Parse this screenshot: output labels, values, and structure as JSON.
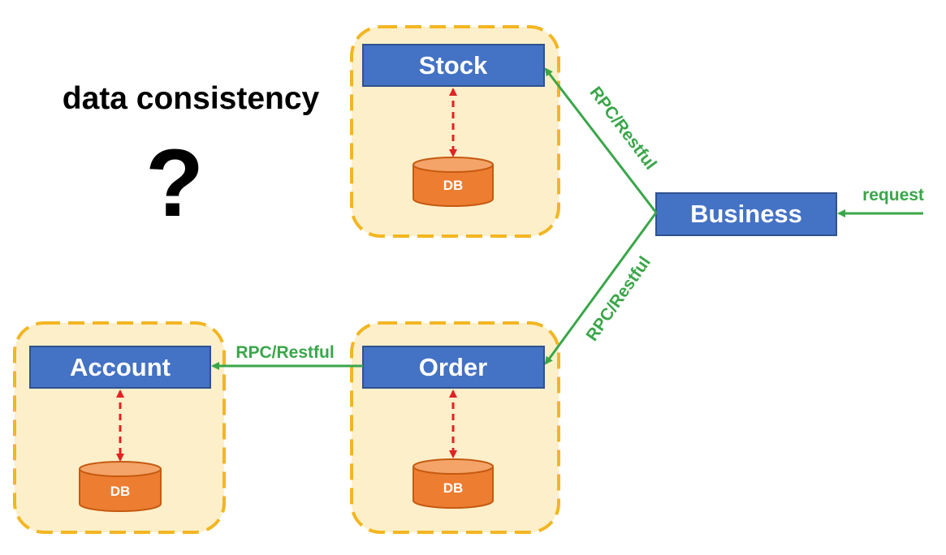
{
  "heading": "data consistency",
  "question_mark": "?",
  "services": {
    "stock": "Stock",
    "business": "Business",
    "order": "Order",
    "account": "Account"
  },
  "databases": {
    "stock": "DB",
    "order": "DB",
    "account": "DB"
  },
  "edges": {
    "business_to_stock": "RPC/Restful",
    "business_to_order": "RPC/Restful",
    "order_to_account": "RPC/Restful",
    "incoming": "request"
  },
  "colors": {
    "service_fill": "#4472c4",
    "service_border": "#2f528f",
    "container_fill": "#fdefc9",
    "container_border": "#f2b622",
    "db_fill": "#ed7d31",
    "db_top": "#f4a468",
    "db_border": "#c55a11",
    "call_arrow": "#3aa64a",
    "data_link": "#e32222"
  }
}
